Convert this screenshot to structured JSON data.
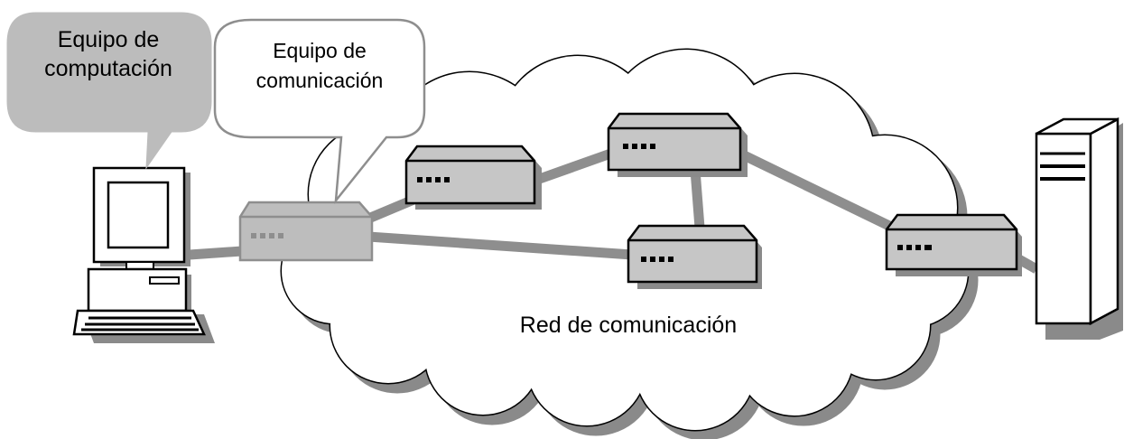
{
  "diagram": {
    "callout_computer": {
      "line1": "Equipo de",
      "line2": "computación"
    },
    "callout_comm": {
      "line1": "Equipo de",
      "line2": "comunicación"
    },
    "cloud_label": "Red de comunicación"
  },
  "colors": {
    "device_fill": "#c6c6c6",
    "highlight_device_fill": "#bdbdbd",
    "link": "#8e8e8e",
    "shadow": "#8a8a8a",
    "callout_computer_fill": "#bcbcbc",
    "callout_comm_fill": "#ffffff",
    "outline": "#000000"
  }
}
